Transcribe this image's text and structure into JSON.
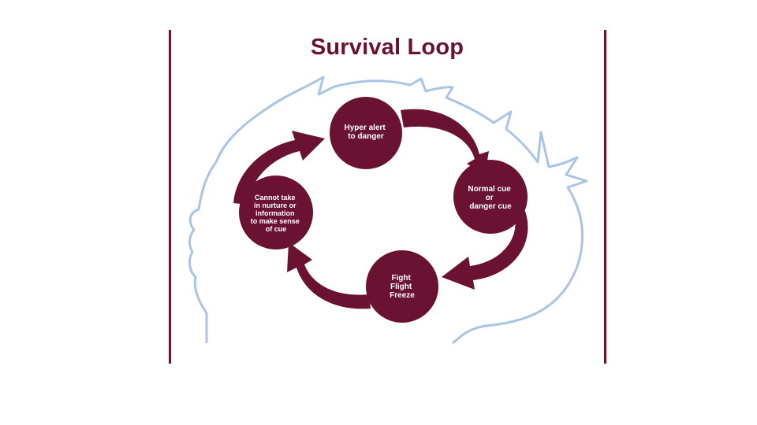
{
  "title": "Survival Loop",
  "colors": {
    "primary": "#6b1233",
    "head_outline": "#a8c4e6",
    "frame": "#6b1233",
    "background": "#ffffff"
  },
  "nodes": [
    {
      "id": "hyper-alert",
      "lines": [
        "Hyper alert",
        "to danger"
      ]
    },
    {
      "id": "normal-cue",
      "lines": [
        "Normal cue",
        "or",
        "danger cue"
      ]
    },
    {
      "id": "fight-flight-freeze",
      "lines": [
        "Fight",
        "Flight",
        "Freeze"
      ]
    },
    {
      "id": "cannot-take-in",
      "lines": [
        "Cannot take",
        "in nurture or",
        "information",
        "to make sense",
        "of cue"
      ]
    }
  ]
}
